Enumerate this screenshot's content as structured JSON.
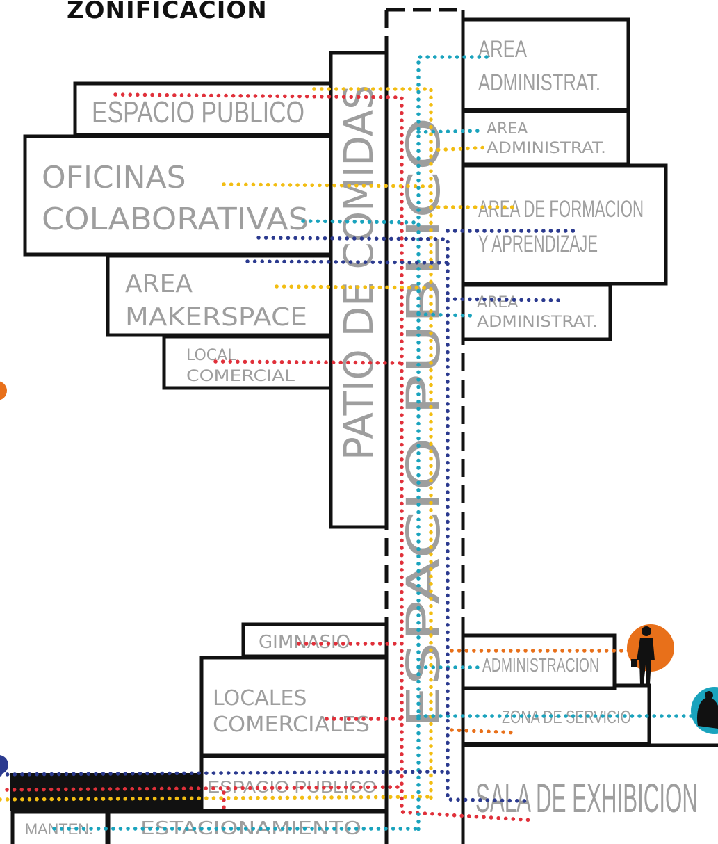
{
  "title": "ZONIFICACION",
  "colors": {
    "red": "#e0303a",
    "yellow": "#f2bd12",
    "teal": "#1aa3bd",
    "navy": "#2b3a8f",
    "orange": "#e8701a",
    "outline": "#111111",
    "label": "#9e9e9e"
  },
  "zones": {
    "espacio_publico_top": "ESPACIO PUBLICO",
    "oficinas_line1": "OFICINAS",
    "oficinas_line2": "COLABORATIVAS",
    "makerspace_line1": "AREA",
    "makerspace_line2": "MAKERSPACE",
    "local_line1": "LOCAL",
    "local_line2": "COMERCIAL",
    "patio": "PATIO DE COMIDAS",
    "espacio_central": "ESPACIO PUBLICO",
    "admin1_line1": "AREA",
    "admin1_line2": "ADMINISTRAT.",
    "admin2_line1": "AREA",
    "admin2_line2": "ADMINISTRAT.",
    "formacion_line1": "AREA DE FORMACION",
    "formacion_line2": "Y APRENDIZAJE",
    "admin3_line1": "AREA",
    "admin3_line2": "ADMINISTRAT.",
    "gimnasio": "GIMNASIO",
    "locales_line1": "LOCALES",
    "locales_line2": "COMERCIALES",
    "administracion": "ADMINISTRACION",
    "zona_servicio": "ZONA DE SERVICIO",
    "espacio_publico_bottom": "ESPACIO PUBLICO",
    "sala": "SALA DE EXHIBICION",
    "manten": "MANTEN.",
    "estacionamiento": "ESTACIONAMIENTO"
  },
  "icons": {
    "person": "person-silhouette-icon",
    "cleaning": "cleaning-staff-icon",
    "user_left": "user-marker-icon",
    "user_bottom_left": "user-marker-icon"
  }
}
